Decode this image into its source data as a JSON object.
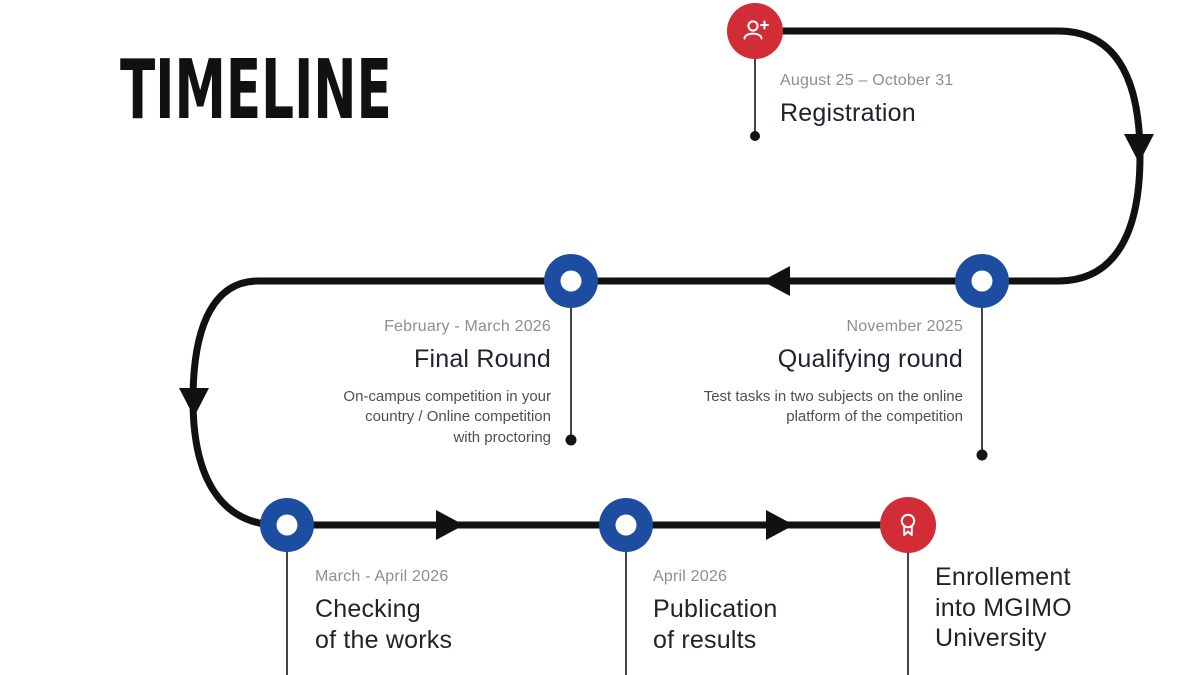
{
  "title": "TIMELINE",
  "colors": {
    "accent_red": "#d22c36",
    "accent_blue": "#1d4da1",
    "path_black": "#111111",
    "heading_text": "#20222f",
    "date_text": "#8d8e90",
    "body_text": "#4b4f58"
  },
  "nodes": [
    {
      "id": "registration",
      "icon": "person-add-icon",
      "date": "August 25 – October 31",
      "heading": "Registration",
      "body": ""
    },
    {
      "id": "qualifying-round",
      "date": "November 2025",
      "heading": "Qualifying round",
      "body": "Test tasks in two subjects on the online\nplatform of the competition"
    },
    {
      "id": "final-round",
      "date": "February - March 2026",
      "heading": "Final Round",
      "body": "On-campus competition in your\ncountry / Online competition\nwith proctoring"
    },
    {
      "id": "checking-of-the-works",
      "date": "March - April 2026",
      "heading": "Checking\nof the works",
      "body": ""
    },
    {
      "id": "publication-of-results",
      "date": "April 2026",
      "heading": "Publication\nof results",
      "body": ""
    },
    {
      "id": "enrollement",
      "icon": "award-icon",
      "date": "",
      "heading": "Enrollement\ninto MGIMO\nUniversity",
      "body": ""
    }
  ]
}
